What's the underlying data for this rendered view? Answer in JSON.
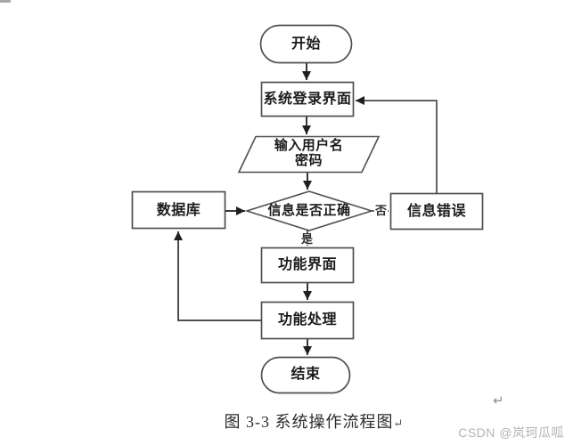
{
  "diagram": {
    "title_semantic": "system-operation-flowchart",
    "nodes": [
      {
        "id": "start",
        "type": "stadium",
        "label": "开始"
      },
      {
        "id": "login",
        "type": "process",
        "label": "系统登录界面"
      },
      {
        "id": "input",
        "type": "input-output",
        "label_line1": "输入用户名",
        "label_line2": "密码"
      },
      {
        "id": "decision",
        "type": "decision",
        "label": "信息是否正确"
      },
      {
        "id": "database",
        "type": "process",
        "label": "数据库"
      },
      {
        "id": "error",
        "type": "process",
        "label": "信息错误"
      },
      {
        "id": "function-ui",
        "type": "process",
        "label": "功能界面"
      },
      {
        "id": "function-process",
        "type": "process",
        "label": "功能处理"
      },
      {
        "id": "end",
        "type": "stadium",
        "label": "结束"
      }
    ],
    "edge_labels": {
      "no": "否",
      "yes": "是"
    }
  },
  "caption": {
    "text": "图 3-3  系统操作流程图",
    "return_mark": "↵"
  },
  "stray_return_mark": "↵",
  "watermark": {
    "text": "CSDN @岚珂瓜呱"
  },
  "colors": {
    "background": "#ffffff",
    "shape_stroke": "#4f4f4f",
    "connector": "#383838",
    "text": "#1c1c1c",
    "watermark": "#b3b3b3"
  }
}
